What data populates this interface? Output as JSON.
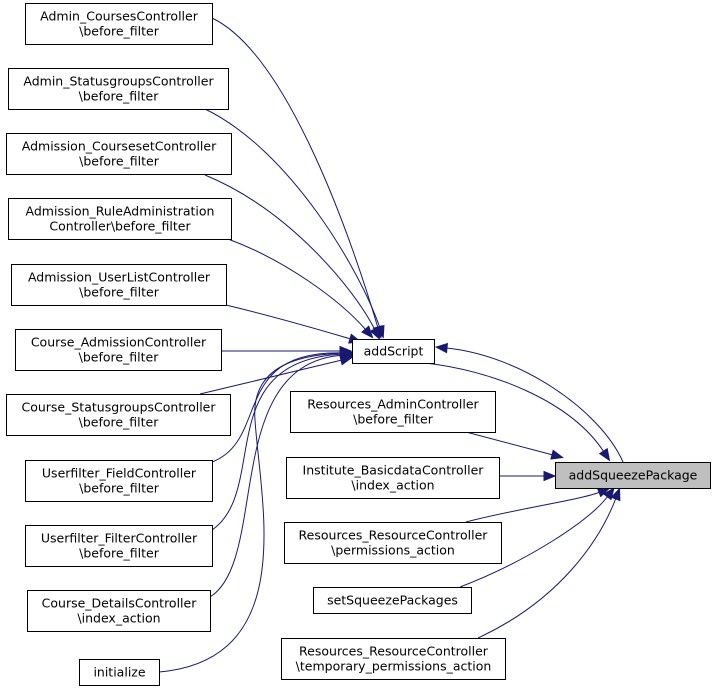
{
  "graph": {
    "title": "addSqueezePackage caller graph",
    "edge_color": "#191970",
    "highlight_fill": "#bfbfbf",
    "nodes": [
      {
        "id": "n1",
        "lines": [
          "Admin_CoursesController",
          "\\before_filter"
        ]
      },
      {
        "id": "n2",
        "lines": [
          "Admin_StatusgroupsController",
          "\\before_filter"
        ]
      },
      {
        "id": "n3",
        "lines": [
          "Admission_CoursesetController",
          "\\before_filter"
        ]
      },
      {
        "id": "n4",
        "lines": [
          "Admission_RuleAdministration",
          "Controller\\before_filter"
        ]
      },
      {
        "id": "n5",
        "lines": [
          "Admission_UserListController",
          "\\before_filter"
        ]
      },
      {
        "id": "n6",
        "lines": [
          "Course_AdmissionController",
          "\\before_filter"
        ]
      },
      {
        "id": "n7",
        "lines": [
          "Course_StatusgroupsController",
          "\\before_filter"
        ]
      },
      {
        "id": "n8",
        "lines": [
          "Userfilter_FieldController",
          "\\before_filter"
        ]
      },
      {
        "id": "n9",
        "lines": [
          "Userfilter_FilterController",
          "\\before_filter"
        ]
      },
      {
        "id": "n10",
        "lines": [
          "Course_DetailsController",
          "\\index_action"
        ]
      },
      {
        "id": "n11",
        "lines": [
          "initialize"
        ]
      },
      {
        "id": "addScript",
        "lines": [
          "addScript"
        ]
      },
      {
        "id": "r1",
        "lines": [
          "Resources_AdminController",
          "\\before_filter"
        ]
      },
      {
        "id": "r2",
        "lines": [
          "Institute_BasicdataController",
          "\\index_action"
        ]
      },
      {
        "id": "r3",
        "lines": [
          "Resources_ResourceController",
          "\\permissions_action"
        ]
      },
      {
        "id": "r4",
        "lines": [
          "setSqueezePackages"
        ]
      },
      {
        "id": "r5",
        "lines": [
          "Resources_ResourceController",
          "\\temporary_permissions_action"
        ]
      },
      {
        "id": "target",
        "lines": [
          "addSqueezePackage"
        ],
        "highlighted": true
      }
    ],
    "edges": [
      {
        "from": "n1",
        "to": "addScript"
      },
      {
        "from": "n2",
        "to": "addScript"
      },
      {
        "from": "n3",
        "to": "addScript"
      },
      {
        "from": "n4",
        "to": "addScript"
      },
      {
        "from": "n5",
        "to": "addScript"
      },
      {
        "from": "n6",
        "to": "addScript"
      },
      {
        "from": "n7",
        "to": "addScript"
      },
      {
        "from": "n8",
        "to": "addScript"
      },
      {
        "from": "n9",
        "to": "addScript"
      },
      {
        "from": "n10",
        "to": "addScript"
      },
      {
        "from": "n11",
        "to": "addScript"
      },
      {
        "from": "addScript",
        "to": "target"
      },
      {
        "from": "target",
        "to": "addScript"
      },
      {
        "from": "r1",
        "to": "target"
      },
      {
        "from": "r2",
        "to": "target"
      },
      {
        "from": "r3",
        "to": "target"
      },
      {
        "from": "r4",
        "to": "target"
      },
      {
        "from": "r5",
        "to": "target"
      }
    ]
  }
}
